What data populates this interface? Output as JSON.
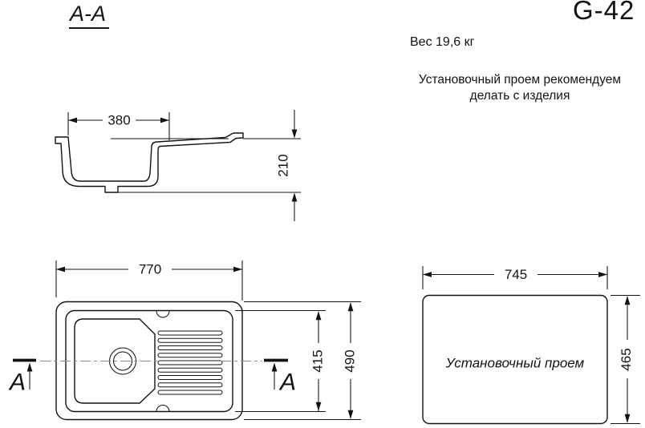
{
  "header": {
    "section_label": "A-A",
    "model": "G-42",
    "weight": "Вес 19,6 кг",
    "note_line1": "Установочный проем рекомендуем",
    "note_line2": "делать с изделия"
  },
  "section_view": {
    "dim_bowl_width": "380",
    "dim_bowl_depth": "210"
  },
  "top_view": {
    "dim_length": "770",
    "dim_inner_width": "415",
    "dim_width": "490",
    "cut_label_left": "A",
    "cut_label_right": "A"
  },
  "opening_view": {
    "label": "Установочный проем",
    "dim_length": "745",
    "dim_width": "465"
  },
  "colors": {
    "line": "#131313",
    "centerline": "#8a8a8a",
    "background": "#ffffff"
  }
}
